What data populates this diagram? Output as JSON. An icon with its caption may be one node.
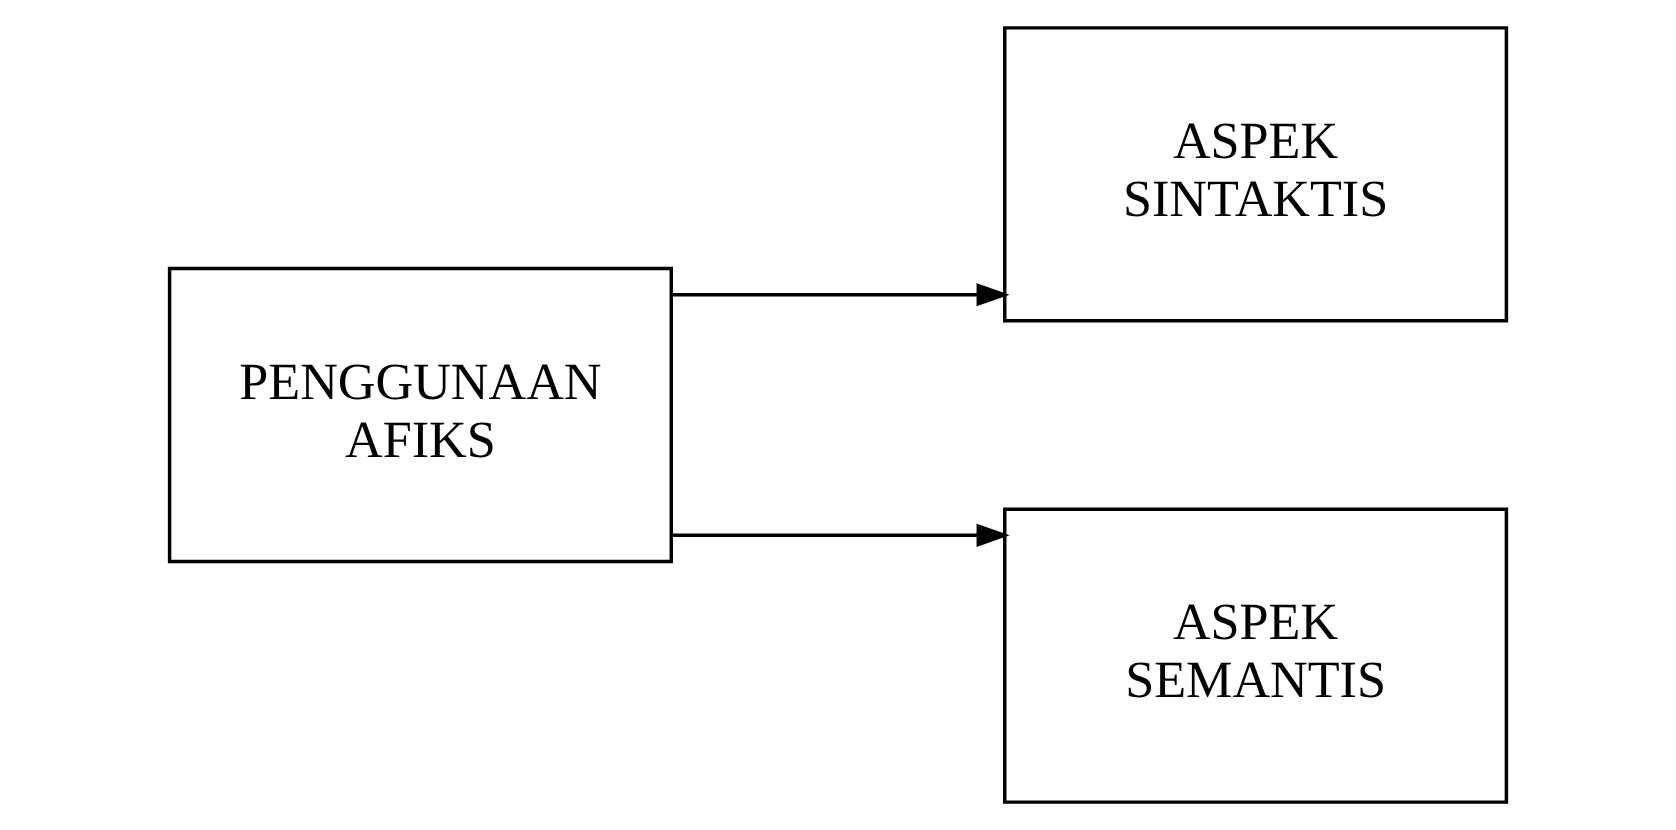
{
  "diagram": {
    "nodes": [
      {
        "text": [
          "PENGGUNAAN AFIKS"
        ]
      },
      {
        "text": [
          "ASPEK SINTAKTIS"
        ]
      },
      {
        "text": [
          "ASPEK SEMANTIS"
        ]
      }
    ],
    "edges": [
      {
        "from": 0,
        "to": 1,
        "arrow": "to"
      },
      {
        "from": 0,
        "to": 2,
        "arrow": "to"
      }
    ]
  }
}
